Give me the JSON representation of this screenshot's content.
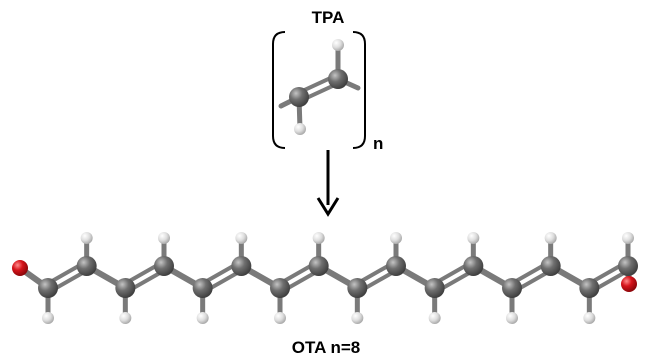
{
  "top_label": "TPA",
  "repeat_subscript": "n",
  "bottom_label": "OTA n=8",
  "colors": {
    "carbon": "#6d6d6d",
    "hydrogen": "#d9d9d9",
    "oxygen": "#d10f17",
    "bond": "#7a7a7a",
    "bracket": "#000000",
    "arrow": "#000000"
  },
  "molecule": {
    "repeat_units": 8,
    "terminal_atom": "oxygen"
  }
}
